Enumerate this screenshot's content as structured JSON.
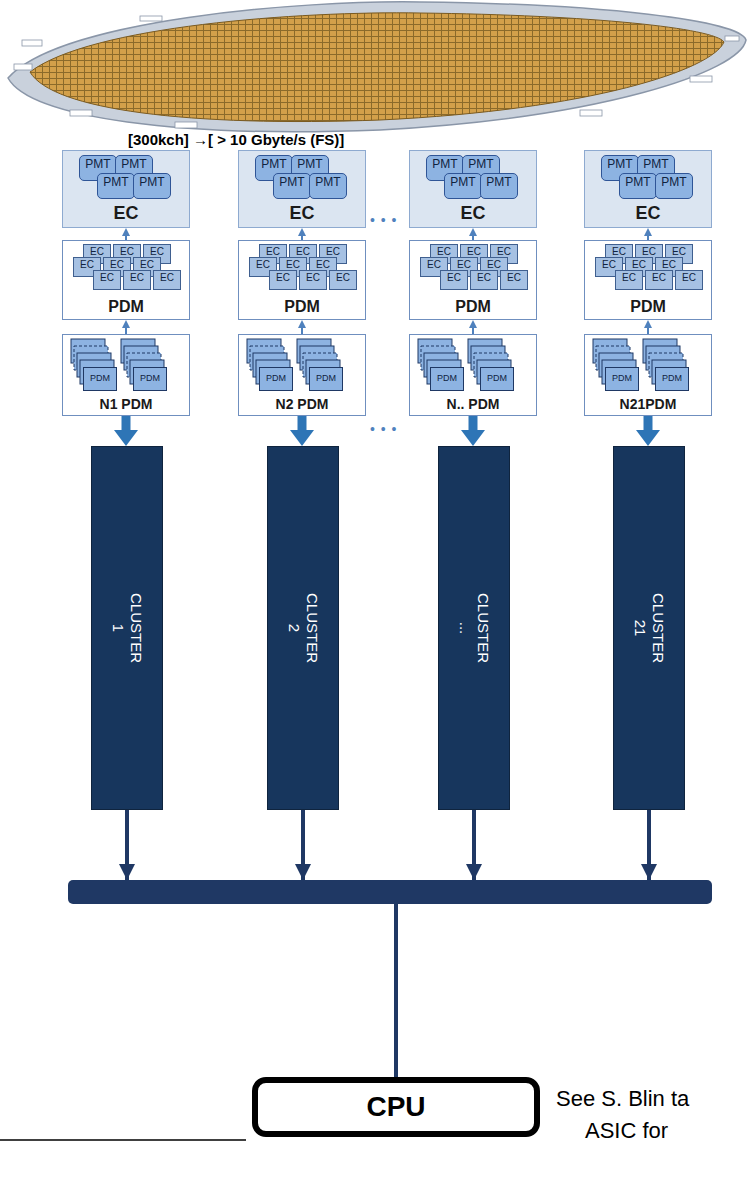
{
  "diagram": {
    "nodes": [
      {
        "text": [
          "EC"
        ]
      },
      {
        "text": [
          "PMT"
        ],
        "in": 0
      },
      {
        "text": [
          "PMT"
        ],
        "in": 0
      },
      {
        "text": [
          "PMT"
        ],
        "in": 0
      },
      {
        "text": [
          "PMT"
        ],
        "in": 0
      },
      {
        "text": [
          "EC"
        ]
      },
      {
        "text": [
          "PMT"
        ],
        "in": 5
      },
      {
        "text": [
          "PMT"
        ],
        "in": 5
      },
      {
        "text": [
          "PMT"
        ],
        "in": 5
      },
      {
        "text": [
          "PMT"
        ],
        "in": 5
      },
      {
        "text": [
          "EC"
        ]
      },
      {
        "text": [
          "PMT"
        ],
        "in": 10
      },
      {
        "text": [
          "PMT"
        ],
        "in": 10
      },
      {
        "text": [
          "PMT"
        ],
        "in": 10
      },
      {
        "text": [
          "PMT"
        ],
        "in": 10
      },
      {
        "text": [
          "EC"
        ]
      },
      {
        "text": [
          "PMT"
        ],
        "in": 15
      },
      {
        "text": [
          "PMT"
        ],
        "in": 15
      },
      {
        "text": [
          "PMT"
        ],
        "in": 15
      },
      {
        "text": [
          "PMT"
        ],
        "in": 15
      },
      {
        "text": [
          "PDM"
        ]
      },
      {
        "text": [
          "EC"
        ],
        "in": 20
      },
      {
        "text": [
          "EC"
        ],
        "in": 20
      },
      {
        "text": [
          "EC"
        ],
        "in": 20
      },
      {
        "text": [
          "EC"
        ],
        "in": 20
      },
      {
        "text": [
          "EC"
        ],
        "in": 20
      },
      {
        "text": [
          "EC"
        ],
        "in": 20
      },
      {
        "text": [
          "EC"
        ],
        "in": 20
      },
      {
        "text": [
          "EC"
        ],
        "in": 20
      },
      {
        "text": [
          "EC"
        ],
        "in": 20
      },
      {
        "text": [
          "PDM"
        ]
      },
      {
        "text": [
          "EC"
        ],
        "in": 30
      },
      {
        "text": [
          "EC"
        ],
        "in": 30
      },
      {
        "text": [
          "EC"
        ],
        "in": 30
      },
      {
        "text": [
          "EC"
        ],
        "in": 30
      },
      {
        "text": [
          "EC"
        ],
        "in": 30
      },
      {
        "text": [
          "EC"
        ],
        "in": 30
      },
      {
        "text": [
          "EC"
        ],
        "in": 30
      },
      {
        "text": [
          "EC"
        ],
        "in": 30
      },
      {
        "text": [
          "EC"
        ],
        "in": 30
      },
      {
        "text": [
          "PDM"
        ]
      },
      {
        "text": [
          "EC"
        ],
        "in": 40
      },
      {
        "text": [
          "EC"
        ],
        "in": 40
      },
      {
        "text": [
          "EC"
        ],
        "in": 40
      },
      {
        "text": [
          "EC"
        ],
        "in": 40
      },
      {
        "text": [
          "EC"
        ],
        "in": 40
      },
      {
        "text": [
          "EC"
        ],
        "in": 40
      },
      {
        "text": [
          "EC"
        ],
        "in": 40
      },
      {
        "text": [
          "EC"
        ],
        "in": 40
      },
      {
        "text": [
          "EC"
        ],
        "in": 40
      },
      {
        "text": [
          "PDM"
        ]
      },
      {
        "text": [
          "EC"
        ],
        "in": 50
      },
      {
        "text": [
          "EC"
        ],
        "in": 50
      },
      {
        "text": [
          "EC"
        ],
        "in": 50
      },
      {
        "text": [
          "EC"
        ],
        "in": 50
      },
      {
        "text": [
          "EC"
        ],
        "in": 50
      },
      {
        "text": [
          "EC"
        ],
        "in": 50
      },
      {
        "text": [
          "EC"
        ],
        "in": 50
      },
      {
        "text": [
          "EC"
        ],
        "in": 50
      },
      {
        "text": [
          "EC"
        ],
        "in": 50
      },
      {
        "text": [
          "N1 PDM"
        ]
      },
      {
        "text": [
          "PDM"
        ],
        "in": 60
      },
      {
        "text": [
          "PDM"
        ],
        "in": 60
      },
      {
        "text": [
          "N2 PDM"
        ]
      },
      {
        "text": [
          "PDM"
        ],
        "in": 63
      },
      {
        "text": [
          "PDM"
        ],
        "in": 63
      },
      {
        "text": [
          "N.. PDM"
        ]
      },
      {
        "text": [
          "PDM"
        ],
        "in": 66
      },
      {
        "text": [
          "PDM"
        ],
        "in": 66
      },
      {
        "text": [
          "N21PDM"
        ]
      },
      {
        "text": [
          "PDM"
        ],
        "in": 69
      },
      {
        "text": [
          "PDM"
        ],
        "in": 69
      },
      {
        "text": [
          "CLUSTER 1"
        ]
      },
      {
        "text": [
          "CLUSTER 2"
        ]
      },
      {
        "text": [
          "CLUSTER ..."
        ]
      },
      {
        "text": [
          "CLUSTER 21"
        ]
      },
      {
        "text": [
          "CPU"
        ]
      }
    ],
    "edges": [
      {
        "from": 20,
        "to": 0,
        "arrow": "to"
      },
      {
        "from": 30,
        "to": 5,
        "arrow": "to"
      },
      {
        "from": 40,
        "to": 10,
        "arrow": "to"
      },
      {
        "from": 50,
        "to": 15,
        "arrow": "to"
      },
      {
        "from": 60,
        "to": 20,
        "arrow": "to"
      },
      {
        "from": 63,
        "to": 30,
        "arrow": "to"
      },
      {
        "from": 66,
        "to": 40,
        "arrow": "to"
      },
      {
        "from": 69,
        "to": 50,
        "arrow": "to"
      },
      {
        "from": 60,
        "to": 72,
        "arrow": "to"
      },
      {
        "from": 63,
        "to": 73,
        "arrow": "to"
      },
      {
        "from": 66,
        "to": 74,
        "arrow": "to"
      },
      {
        "from": 69,
        "to": 75,
        "arrow": "to"
      },
      {
        "from": 72,
        "to": 76,
        "arrow": "none"
      },
      {
        "from": 73,
        "to": 76,
        "arrow": "none"
      },
      {
        "from": 74,
        "to": 76,
        "arrow": "none"
      },
      {
        "from": 75,
        "to": 76,
        "arrow": "none"
      }
    ],
    "labels": [
      "[300kch] →[ > 10 Gbyte/s (FS)]",
      "• • •",
      "• • •",
      "See S. Blin ta",
      "ASIC for"
    ]
  }
}
